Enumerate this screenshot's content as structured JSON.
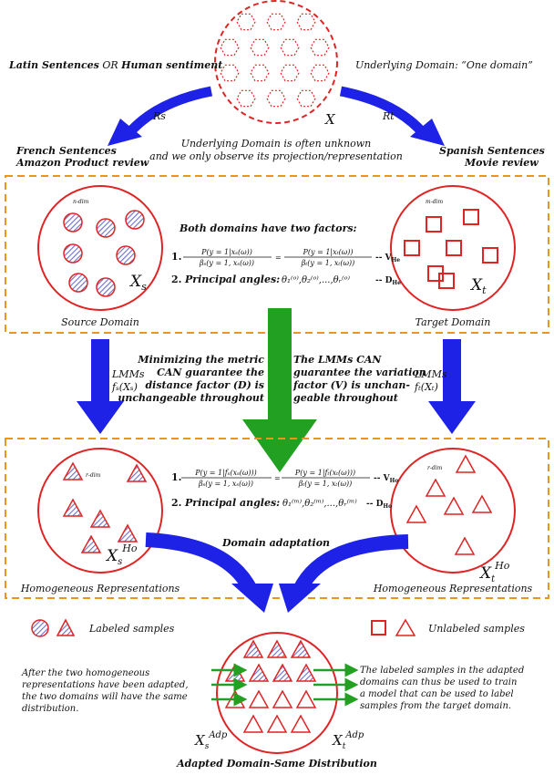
{
  "colors": {
    "red": "#e02424",
    "blue": "#1d22e6",
    "green": "#22a022",
    "orange": "#e8961e",
    "hatch": "#7a7fd0"
  },
  "top": {
    "left_label_a": "Latin Sentences",
    "left_label_or": " OR ",
    "left_label_b": "Human sentiment",
    "right_label": "Underlying Domain: “One domain”",
    "x_label": "X",
    "rs": "Rs",
    "rt": "Rt",
    "unknown_line1": "Underlying Domain is often unknown",
    "unknown_line2": "and we only observe its projection/representation",
    "french_line1": "French Sentences",
    "french_line2": "Amazon Product review",
    "spanish_line1": "Spanish Sentences",
    "spanish_line2": "Movie review"
  },
  "source": {
    "dim": "n-dim",
    "label": "X",
    "label_sub": "s",
    "caption": "Source Domain"
  },
  "target": {
    "dim": "m-dim",
    "label": "X",
    "label_sub": "t",
    "caption": "Target Domain"
  },
  "factors1": {
    "heading": "Both domains have two factors:",
    "n1": "1.",
    "n2": "2.",
    "eq_lhs_num": "P(y = 1|xₛ(ω))",
    "eq_lhs_den": "βₛ(y = 1, xₛ(ω))",
    "eq_rhs_num": "P(y = 1|xₜ(ω))",
    "eq_rhs_den": "βₜ(y = 1, xₜ(ω))",
    "eq_sign": "=",
    "v_tag": "-- V",
    "v_sub": "He",
    "angles_prefix": "Principal angles:",
    "angles": "θ₁⁽ᵒ⁾,θ₂⁽ᵒ⁾,...,θᵣ⁽ᵒ⁾",
    "d_tag": "-- D",
    "d_sub": "He"
  },
  "middle": {
    "left_lmm": "LMMs",
    "left_f": "fₛ(Xₛ)",
    "right_lmm": "LMMs",
    "right_f": "fₜ(Xₜ)",
    "left_text": [
      "Minimizing the metric",
      "CAN guarantee the",
      "distance factor (D) is",
      "unchangeable throughout"
    ],
    "right_text": [
      "The LMMs CAN",
      "guarantee the variation",
      "factor (V) is unchan-",
      "geable throughout"
    ]
  },
  "homo_source": {
    "dim": "r-dim",
    "label": "X",
    "label_sub": "s",
    "label_sup": "Ho",
    "caption": "Homogeneous Representations"
  },
  "homo_target": {
    "dim": "r-dim",
    "label": "X",
    "label_sub": "t",
    "label_sup": "Ho",
    "caption": "Homogeneous Representations"
  },
  "factors2": {
    "n1": "1.",
    "n2": "2.",
    "eq_lhs_num": "P(y = 1|fₛ(xₛ(ω)))",
    "eq_lhs_den": "βₛ(y = 1, xₛ(ω))",
    "eq_rhs_num": "P(y = 1|fₜ(xₜ(ω)))",
    "eq_rhs_den": "βₜ(y = 1, xₜ(ω))",
    "eq_sign": "=",
    "v_tag": "-- V",
    "v_sub": "Ho",
    "angles_prefix": "Principal angles:",
    "angles": "θ₁⁽ᵐ⁾,θ₂⁽ᵐ⁾,...,θᵣ⁽ᵐ⁾",
    "d_tag": "-- D",
    "d_sub": "Ho",
    "adaptation": "Domain adaptation"
  },
  "legend": {
    "labeled": "Labeled samples",
    "unlabeled": "Unlabeled samples"
  },
  "bottom": {
    "left_text": [
      "After the two homogeneous",
      "representations have been adapted,",
      "the two domains will have the same",
      "distribution."
    ],
    "right_text": [
      "The labeled samples in the adapted",
      "domains can thus be used to train",
      "a model that can be used to label",
      "samples from the target domain."
    ],
    "left_label": "X",
    "left_sub": "s",
    "left_sup": "Adp",
    "right_label": "X",
    "right_sub": "t",
    "right_sup": "Adp",
    "caption": "Adapted Domain-Same Distribution"
  }
}
